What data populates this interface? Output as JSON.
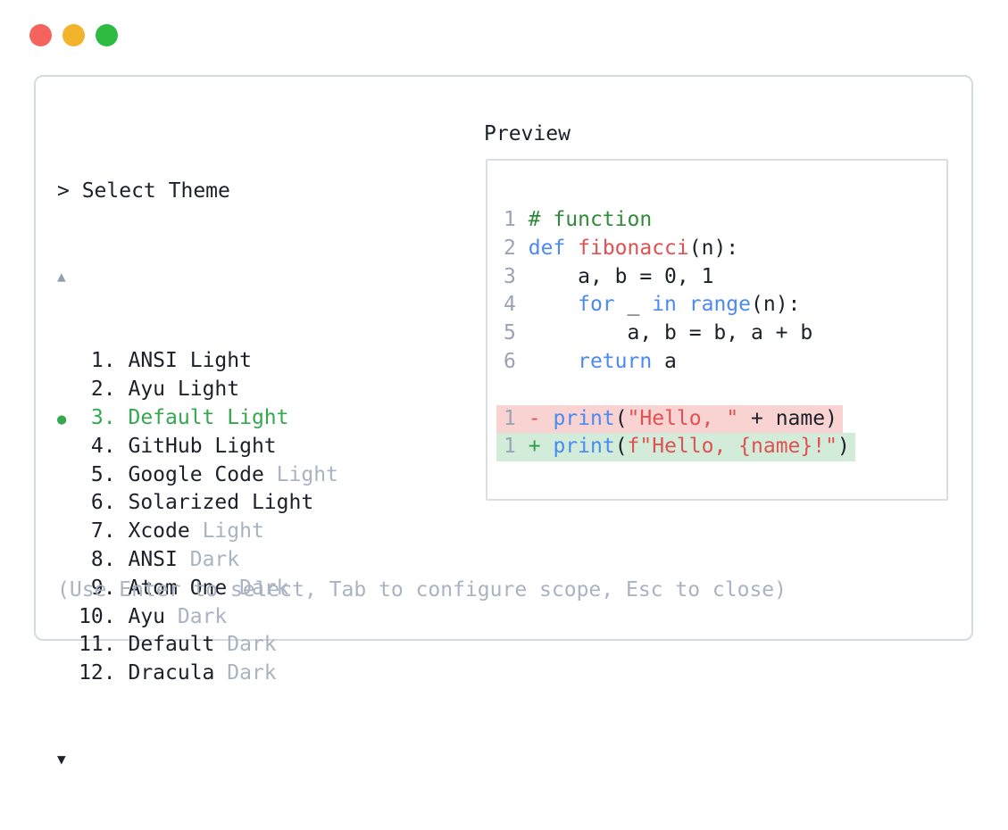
{
  "window": {
    "traffic_lights": [
      {
        "name": "close",
        "color": "#f4635d"
      },
      {
        "name": "minimize",
        "color": "#f3b32b"
      },
      {
        "name": "zoom",
        "color": "#2dbb42"
      }
    ]
  },
  "prompt": {
    "text": "> Select Theme"
  },
  "theme_list": {
    "scroll_up": "▲",
    "scroll_down": "▼",
    "items": [
      {
        "number": "1",
        "name": "ANSI",
        "suffix": "Light",
        "suffix_muted": false,
        "selected": false
      },
      {
        "number": "2",
        "name": "Ayu",
        "suffix": "Light",
        "suffix_muted": false,
        "selected": false
      },
      {
        "number": "3",
        "name": "Default",
        "suffix": "Light",
        "suffix_muted": false,
        "selected": true
      },
      {
        "number": "4",
        "name": "GitHub",
        "suffix": "Light",
        "suffix_muted": false,
        "selected": false
      },
      {
        "number": "5",
        "name": "Google Code",
        "suffix": "Light",
        "suffix_muted": true,
        "selected": false
      },
      {
        "number": "6",
        "name": "Solarized",
        "suffix": "Light",
        "suffix_muted": false,
        "selected": false
      },
      {
        "number": "7",
        "name": "Xcode",
        "suffix": "Light",
        "suffix_muted": true,
        "selected": false
      },
      {
        "number": "8",
        "name": "ANSI",
        "suffix": "Dark",
        "suffix_muted": true,
        "selected": false
      },
      {
        "number": "9",
        "name": "Atom One",
        "suffix": "Dark",
        "suffix_muted": true,
        "selected": false
      },
      {
        "number": "10",
        "name": "Ayu",
        "suffix": "Dark",
        "suffix_muted": true,
        "selected": false
      },
      {
        "number": "11",
        "name": "Default",
        "suffix": "Dark",
        "suffix_muted": true,
        "selected": false
      },
      {
        "number": "12",
        "name": "Dracula",
        "suffix": "Dark",
        "suffix_muted": true,
        "selected": false
      }
    ]
  },
  "preview": {
    "title": "Preview",
    "code_lines": [
      {
        "num": "1",
        "tokens": [
          [
            "# function",
            "com"
          ]
        ]
      },
      {
        "num": "2",
        "tokens": [
          [
            "def",
            "kw"
          ],
          [
            " ",
            "pl"
          ],
          [
            "fibonacci",
            "fn"
          ],
          [
            "(n):",
            "pl"
          ]
        ]
      },
      {
        "num": "3",
        "tokens": [
          [
            "    a, b = 0, 1",
            "pl"
          ]
        ]
      },
      {
        "num": "4",
        "tokens": [
          [
            "    ",
            "pl"
          ],
          [
            "for",
            "kw"
          ],
          [
            " _ ",
            "pl"
          ],
          [
            "in",
            "kw"
          ],
          [
            " ",
            "pl"
          ],
          [
            "range",
            "kw"
          ],
          [
            "(n):",
            "pl"
          ]
        ]
      },
      {
        "num": "5",
        "tokens": [
          [
            "        a, b = b, a + b",
            "pl"
          ]
        ]
      },
      {
        "num": "6",
        "tokens": [
          [
            "    ",
            "pl"
          ],
          [
            "return",
            "kw"
          ],
          [
            " a",
            "pl"
          ]
        ]
      },
      {
        "blank": true
      },
      {
        "num": "1",
        "diff": "del",
        "sign": "-",
        "tokens": [
          [
            "print",
            "kw"
          ],
          [
            "(",
            "pl"
          ],
          [
            "\"Hello, \"",
            "str"
          ],
          [
            " + name)",
            "pl"
          ]
        ]
      },
      {
        "num": "1",
        "diff": "add",
        "sign": "+",
        "tokens": [
          [
            "print",
            "kw"
          ],
          [
            "(",
            "pl"
          ],
          [
            "f\"Hello, {name}!\"",
            "str"
          ],
          [
            ")",
            "pl"
          ]
        ]
      }
    ]
  },
  "footer": {
    "hint": "(Use Enter to select, Tab to configure scope, Esc to close)"
  },
  "colors": {
    "text": "#1c202a",
    "muted": "#a9b3c2",
    "lineno": "#9aa4b5",
    "selected_green": "#34a84e",
    "keyword_blue": "#4b8af2",
    "func_string_red": "#e05152",
    "comment_green": "#2f8b3b",
    "diff_add_sign": "#2f9e47",
    "diff_del_bg": "#f9d3d2",
    "diff_add_bg": "#d3ecda",
    "panel_border": "#d6dbe2",
    "scroll_up_arrow": "#8e9db3"
  }
}
